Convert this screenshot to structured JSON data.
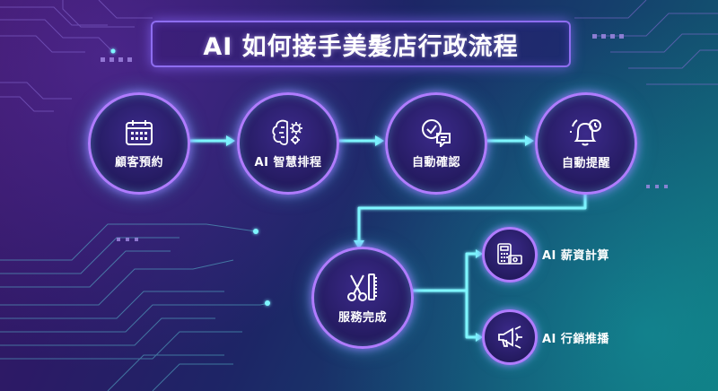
{
  "title": "AI 如何接手美髮店行政流程",
  "steps": [
    {
      "label": "顧客預約",
      "icon": "calendar-icon"
    },
    {
      "label": "AI 智慧排程",
      "icon": "brain-gear-icon"
    },
    {
      "label": "自動確認",
      "icon": "chat-check-icon"
    },
    {
      "label": "自動提醒",
      "icon": "bell-clock-icon"
    },
    {
      "label": "服務完成",
      "icon": "scissors-comb-icon"
    }
  ],
  "branches": [
    {
      "label": "AI 薪資計算",
      "icon": "calculator-cash-icon"
    },
    {
      "label": "AI 行銷推播",
      "icon": "megaphone-icon"
    }
  ],
  "colors": {
    "node_border": "#b07cff",
    "arrow": "#7ff6ff",
    "title_border": "#8e6df0"
  }
}
